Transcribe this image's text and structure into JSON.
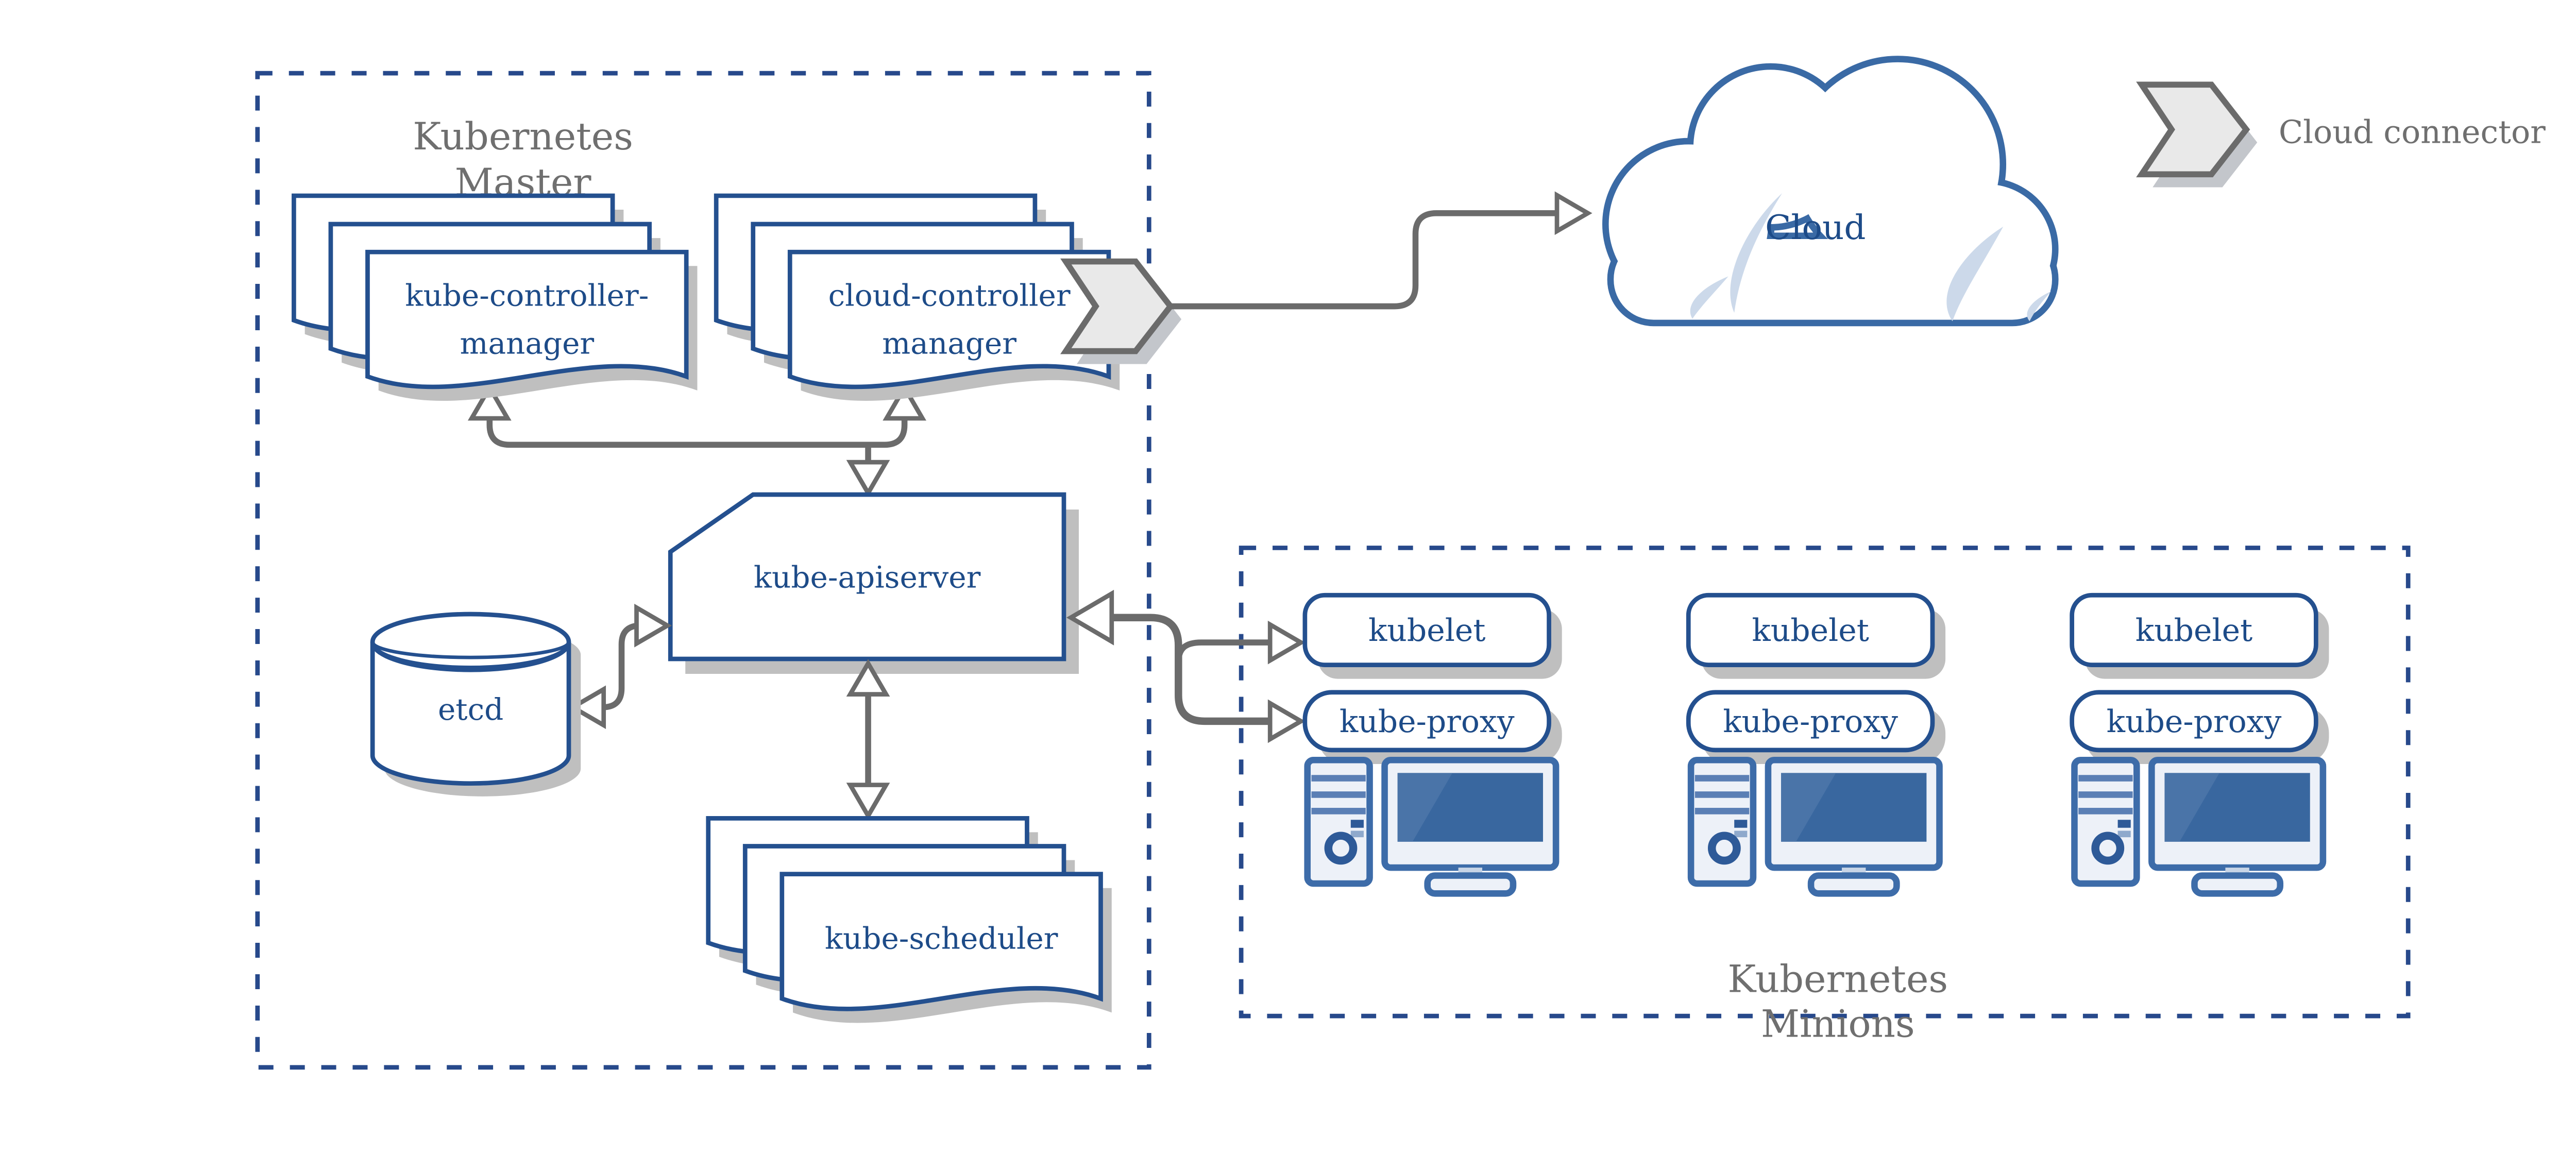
{
  "colors": {
    "shape_stroke_blue": "#24508f",
    "text_blue": "#1d4b88",
    "label_gray": "#6f6f6f",
    "connector_gray": "#6b6b6b",
    "cloud_stroke_blue": "#3a6aa5",
    "device_stroke_blue": "#3d6ca9",
    "screen_fill_blue": "#39679f",
    "light_fill": "#edf1f8",
    "sliver_blue": "#ccd9ea",
    "chevron_fill": "#e9e9e9",
    "shadow_gray": "#bfbfbf"
  },
  "master": {
    "title_line1": "Kubernetes",
    "title_line2": "Master",
    "kube_controller_manager_line1": "kube-controller-",
    "kube_controller_manager_line2": "manager",
    "cloud_controller_manager_line1": "cloud-controller",
    "cloud_controller_manager_line2": "manager",
    "kube_apiserver": "kube-apiserver",
    "etcd": "etcd",
    "kube_scheduler": "kube-scheduler"
  },
  "cloud": {
    "label": "Cloud"
  },
  "legend": {
    "label": "Cloud connector"
  },
  "minions": {
    "title_line1": "Kubernetes",
    "title_line2": "Minions",
    "nodes": [
      {
        "kubelet": "kubelet",
        "kube_proxy": "kube-proxy"
      },
      {
        "kubelet": "kubelet",
        "kube_proxy": "kube-proxy"
      },
      {
        "kubelet": "kubelet",
        "kube_proxy": "kube-proxy"
      }
    ]
  }
}
